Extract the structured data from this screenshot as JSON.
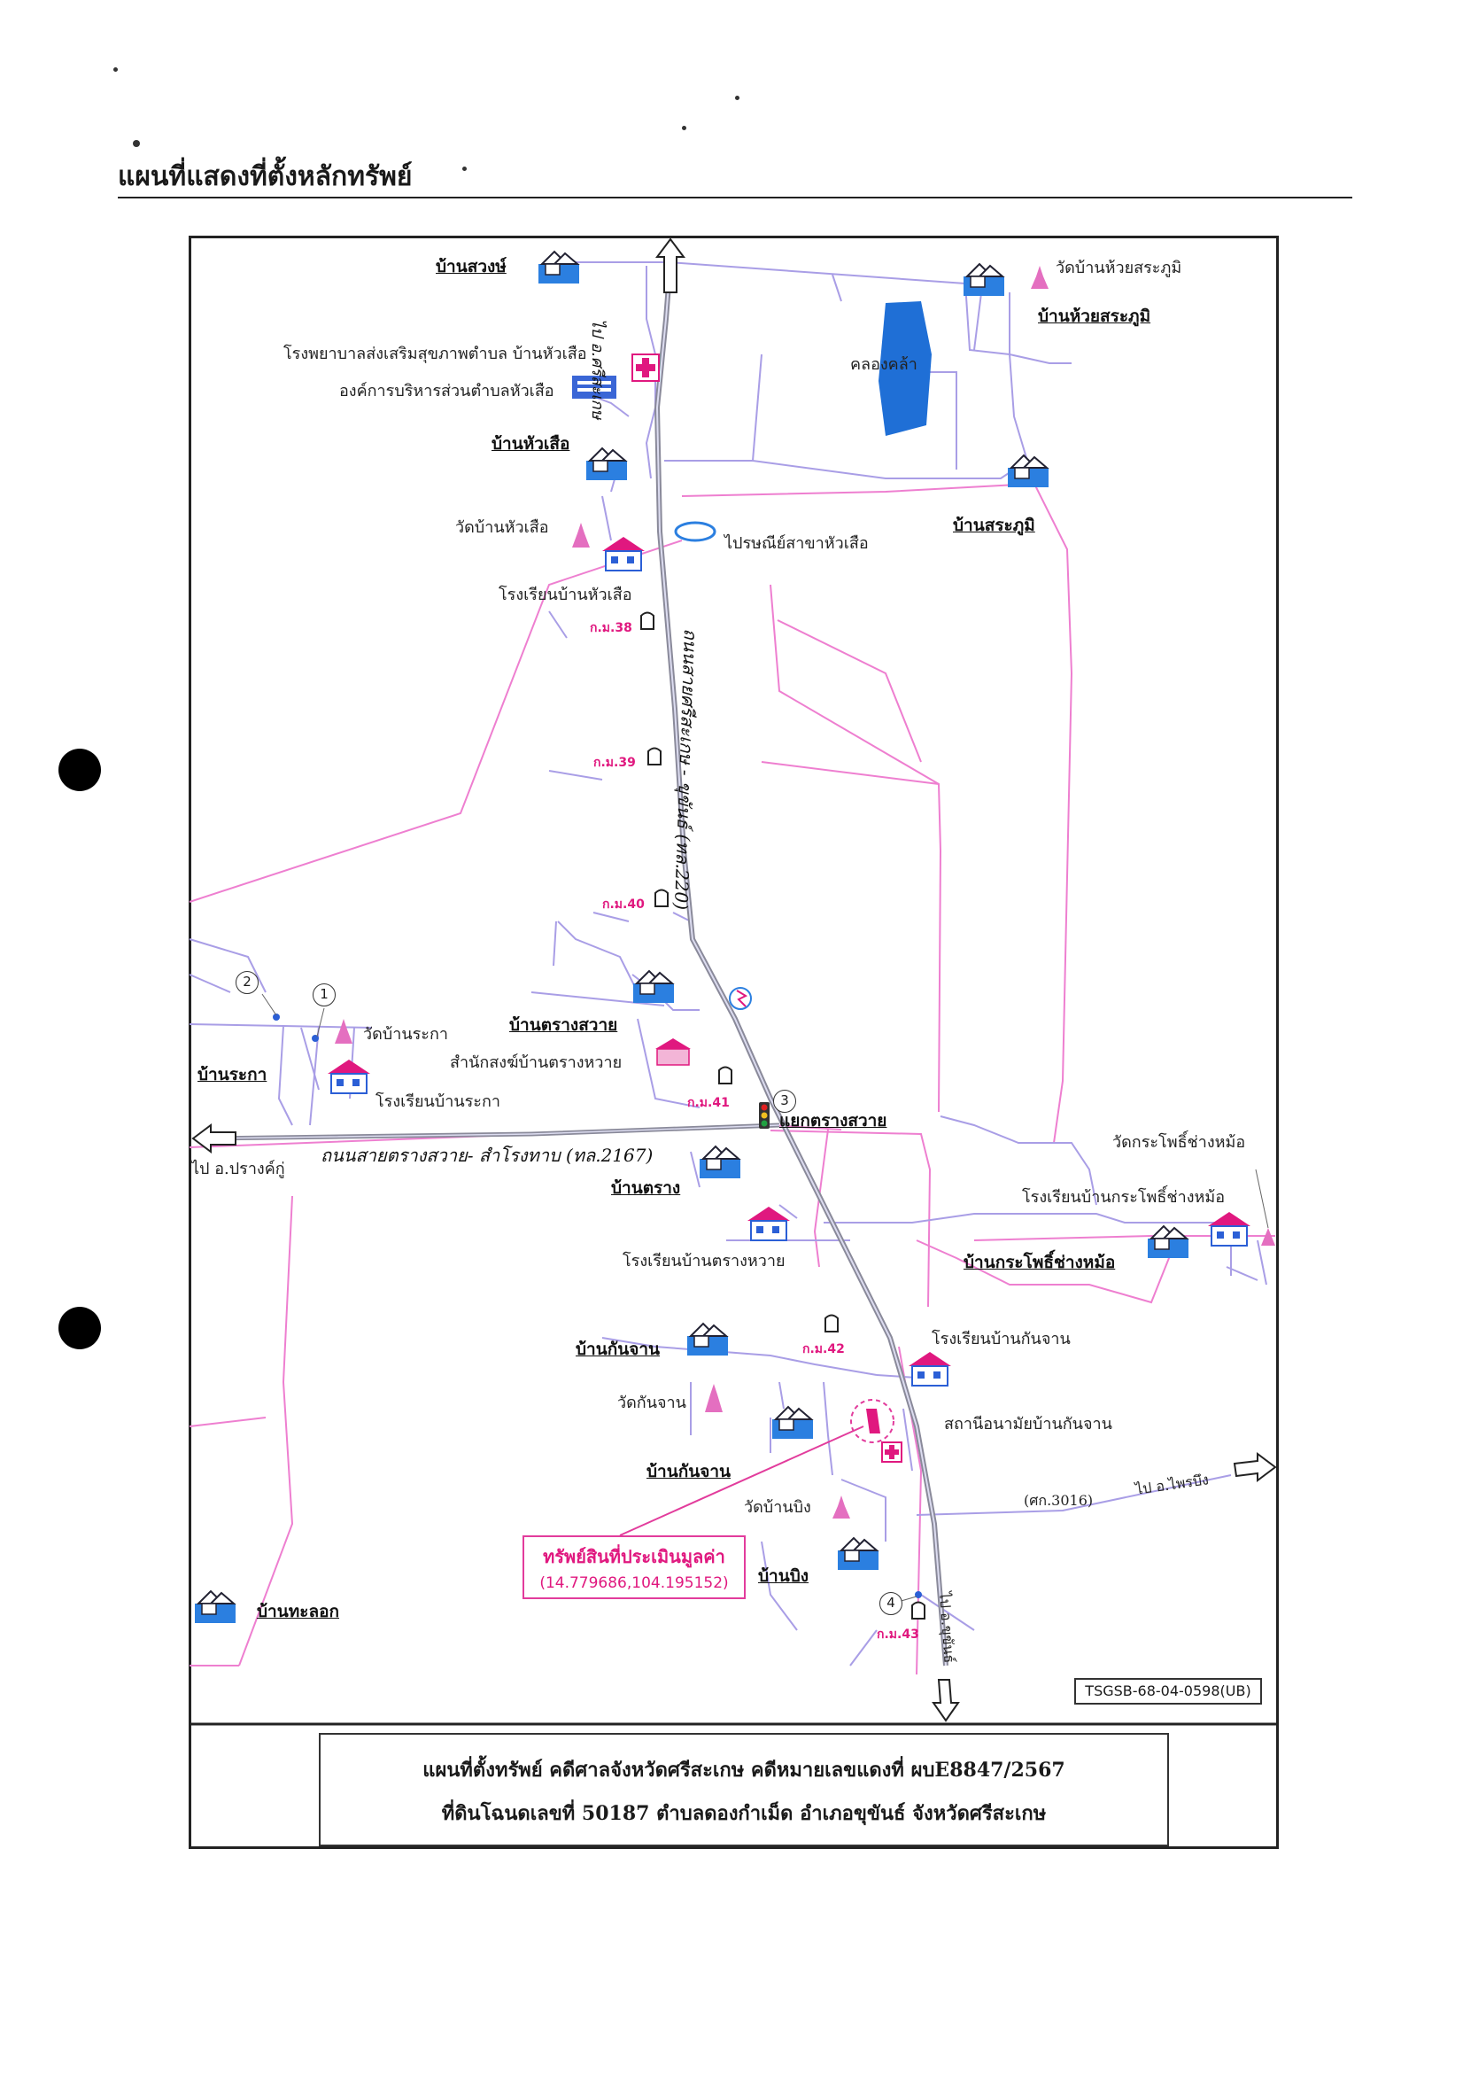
{
  "page_title": "แผนที่แสดงที่ตั้งหลักทรัพย์",
  "villages": {
    "ban_suang": "บ้านสวงษ์",
    "ban_huai_sa_phum": "บ้านห้วยสระภูมิ",
    "ban_hua_suea": "บ้านหัวเสือ",
    "ban_sa_phum": "บ้านสระภูมิ",
    "ban_trang_sawai": "บ้านตรางสวาย",
    "ban_raka": "บ้านระกา",
    "ban_trang": "บ้านตราง",
    "ban_krapho_chang_mo": "บ้านกระโพธิ์ช่างหม้อ",
    "ban_kan_chan_1": "บ้านกันจาน",
    "ban_kan_chan_2": "บ้านกันจาน",
    "ban_bing": "บ้านบิง",
    "ban_tha_lok": "บ้านทะลอก"
  },
  "places": {
    "wat_huai_sa_phum": "วัดบ้านห้วยสระภูมิ",
    "hospital": "โรงพยาบาลส่งเสริมสุขภาพตำบล บ้านหัวเสือ",
    "tao_office": "องค์การบริหารส่วนตำบลหัวเสือ",
    "canal": "คลองคล้า",
    "wat_hua_suea": "วัดบ้านหัวเสือ",
    "post_office": "ไปรษณีย์สาขาหัวเสือ",
    "school_hua_suea": "โรงเรียนบ้านหัวเสือ",
    "wat_raka": "วัดบ้านระกา",
    "monk_office": "สำนักสงฆ์บ้านตรางหวาย",
    "school_raka": "โรงเรียนบ้านระกา",
    "junction": "แยกตรางสวาย",
    "wat_krapho": "วัดกระโพธิ์ช่างหม้อ",
    "school_krapho": "โรงเรียนบ้านกระโพธิ์ช่างหม้อ",
    "school_trang_sawai": "โรงเรียนบ้านตรางหวาย",
    "school_kan_chan": "โรงเรียนบ้านกันจาน",
    "wat_kan_chan": "วัดกันจาน",
    "health_station": "สถานีอนามัยบ้านกันจาน",
    "wat_bing": "วัดบ้านบิง"
  },
  "roads": {
    "north_arrow": "ไป อ.ศรีสะเกษ",
    "main_road": "ถนนสายศรีสะเกษ - ขุขันธ์ (ทล.220)",
    "west_road": "ถนนสายตรางสวาย- สำโรงทาบ (ทล.2167)",
    "west_arrow": "ไป อ.ปรางค์กู่",
    "east_road": "(ศก.3016)",
    "east_arrow": "ไป อ.ไพรบึง",
    "south_arrow": "ไป อ.ขุขันธ์"
  },
  "km_markers": [
    "ก.ม.38",
    "ก.ม.39",
    "ก.ม.40",
    "ก.ม.41",
    "ก.ม.42",
    "ก.ม.43"
  ],
  "points": [
    "1",
    "2",
    "3",
    "4"
  ],
  "subject": {
    "title": "ทรัพย์สินที่ประเมินมูลค่า",
    "coordinates": "(14.779686,104.195152)"
  },
  "ref_code": "TSGSB-68-04-0598(UB)",
  "caption": {
    "line1": "แผนที่ตั้งทรัพย์ คดีศาลจังหวัดศรีสะเกษ คดีหมายเลขแดงที่ ผบE8847/2567",
    "line2": "ที่ดินโฉนดเลขที่ 50187 ตำบลดองกำเม็ด อำเภอขุขันธ์ จังหวัดศรีสะเกษ"
  },
  "colors": {
    "local_road": "#a99ee6",
    "district_line": "#ee7fd0",
    "marker": "#e0187f",
    "water": "#1f6fd6",
    "frame": "#222222"
  }
}
